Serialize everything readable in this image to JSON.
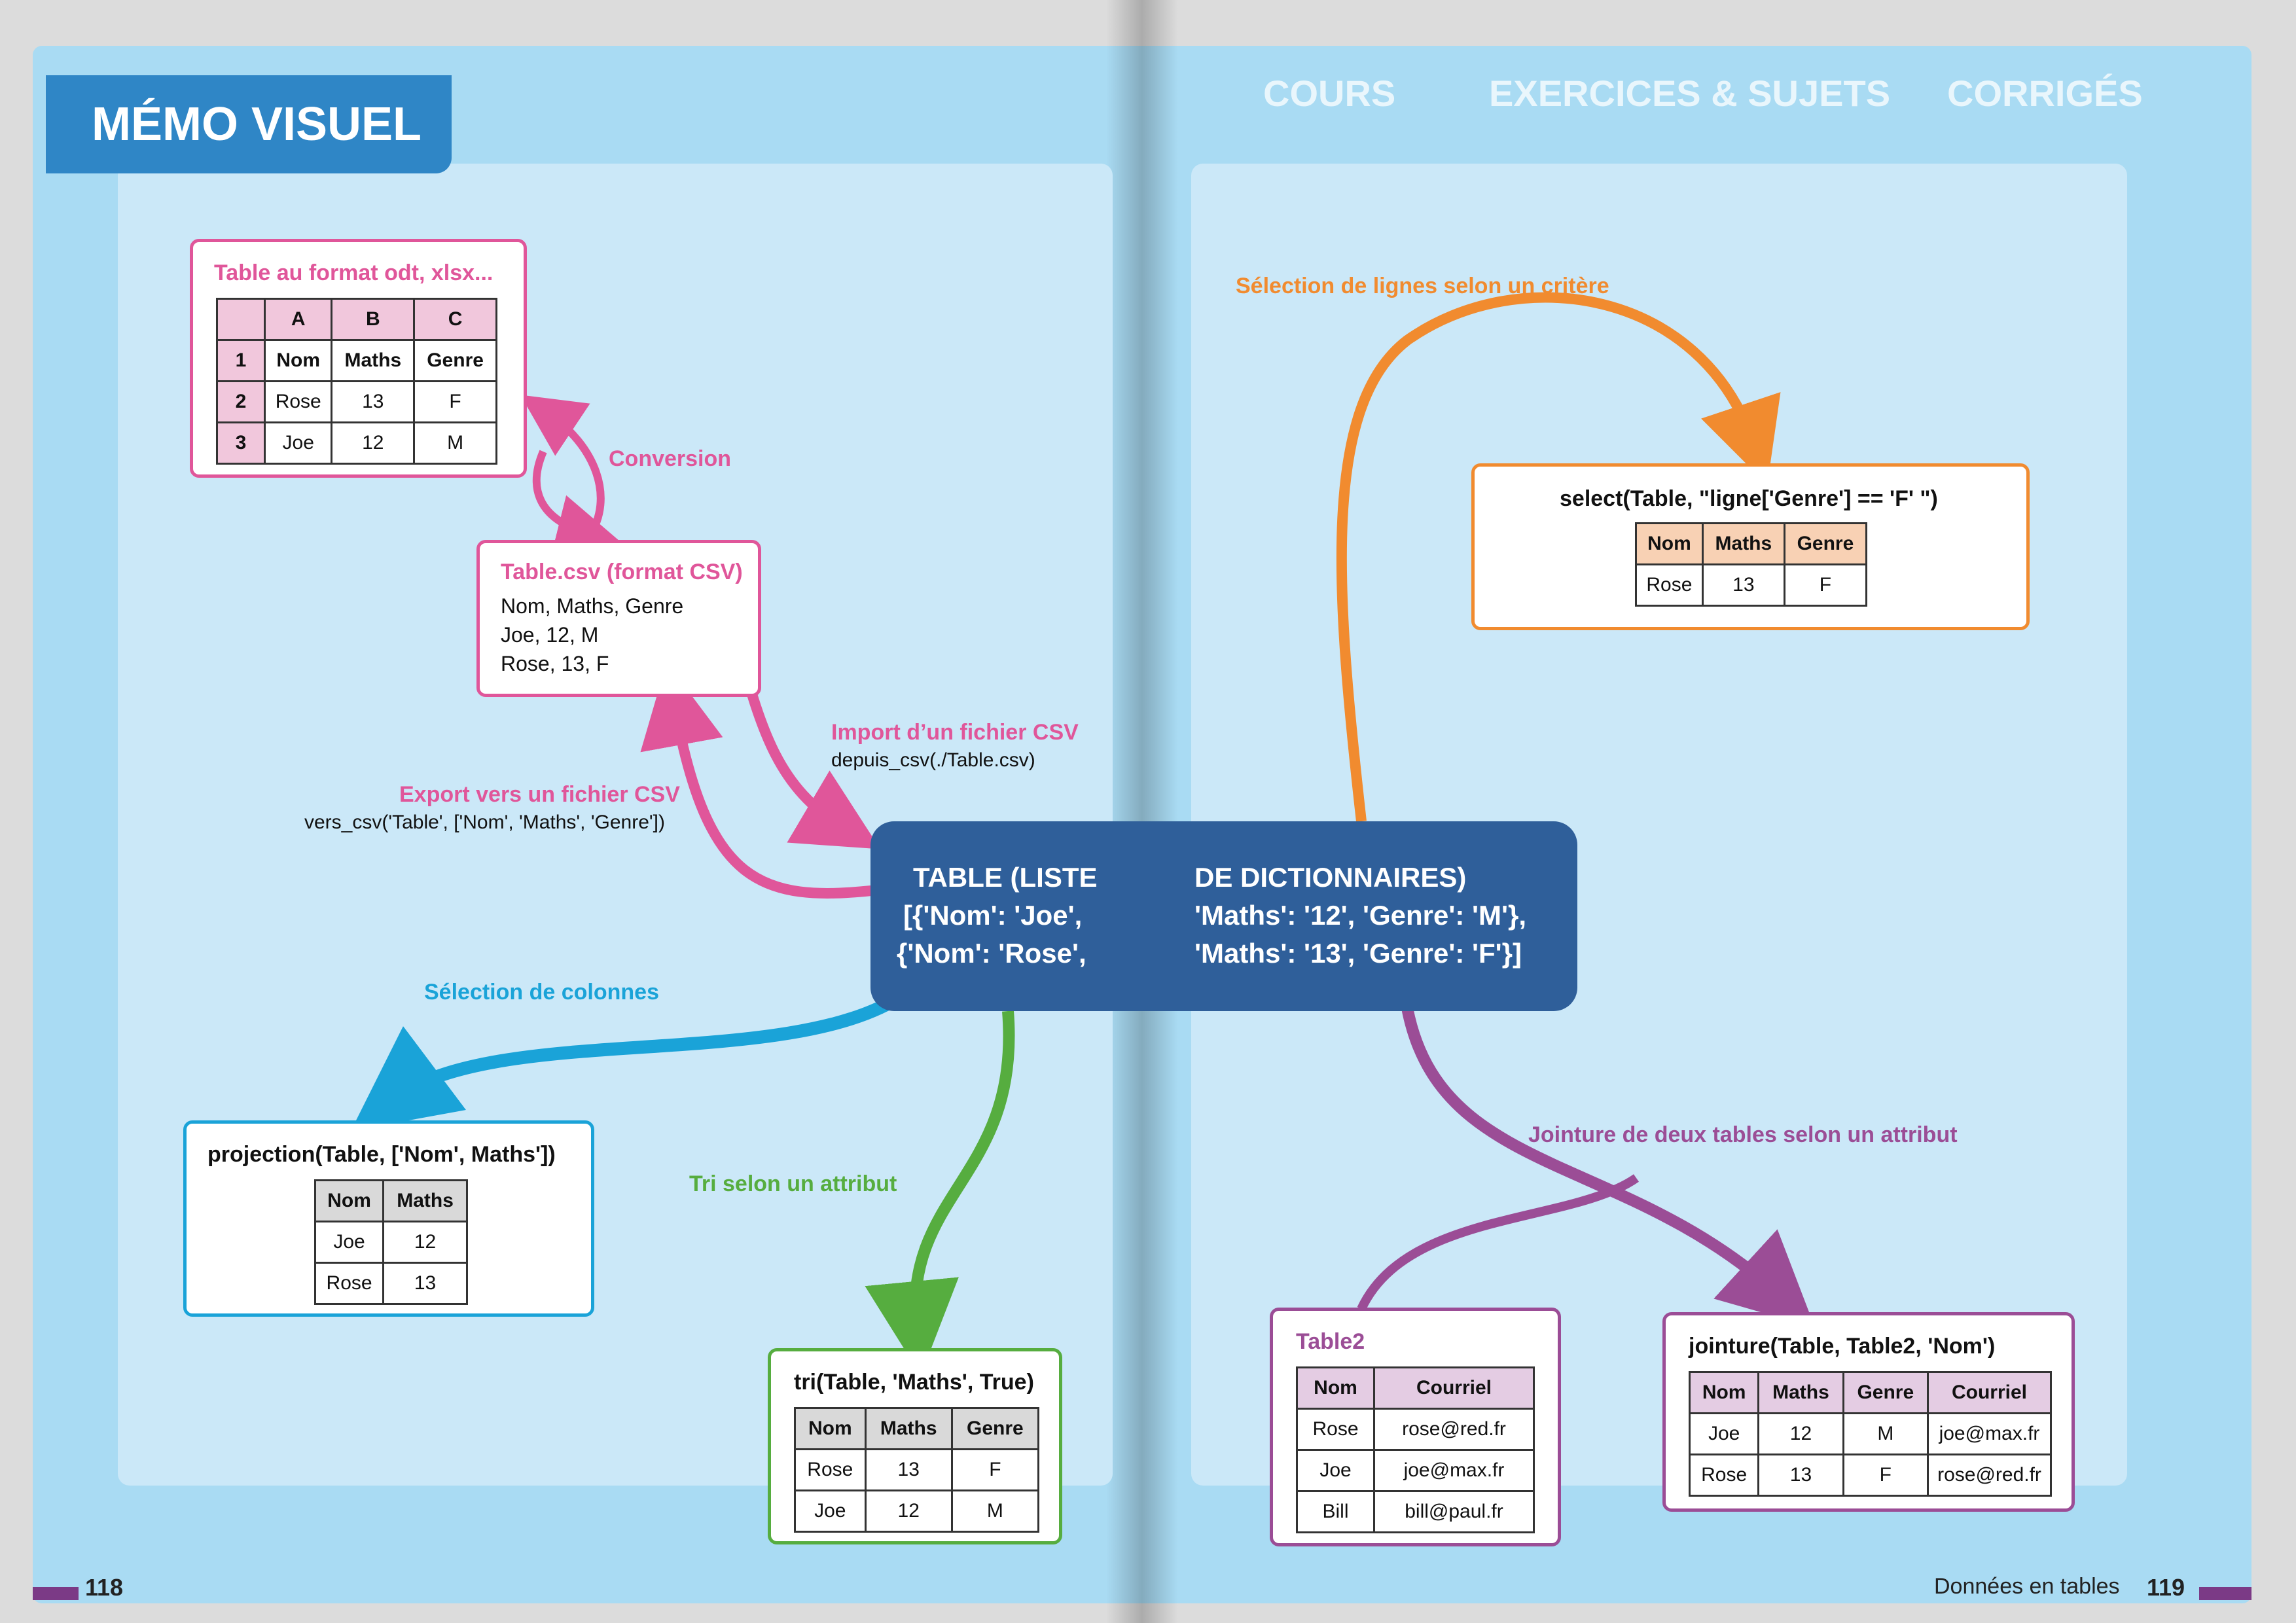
{
  "header": {
    "badge": "MÉMO VISUEL",
    "nav": [
      "COURS",
      "EXERCICES & SUJETS",
      "CORRIGÉS"
    ]
  },
  "footer": {
    "left_page_number": "118",
    "right_section": "Données en tables",
    "right_page_number": "119"
  },
  "colors": {
    "pink": "#e0569a",
    "orange": "#f18b2f",
    "blue": "#1aa3d8",
    "green": "#56ad3f",
    "purple": "#9b4d96",
    "center_box": "#2f5f9a"
  },
  "center": {
    "lines": [
      "TABLE (LISTE",
      "DE DICTIONNAIRES)",
      "[{'Nom': 'Joe',",
      "'Maths': '12', 'Genre': 'M'},",
      "{'Nom': 'Rose',",
      "'Maths': '13', 'Genre': 'F'}]"
    ]
  },
  "spreadsheet": {
    "title": "Table au format odt, xlsx...",
    "columns": [
      "",
      "A",
      "B",
      "C"
    ],
    "rows": [
      [
        "1",
        "Nom",
        "Maths",
        "Genre"
      ],
      [
        "2",
        "Rose",
        "13",
        "F"
      ],
      [
        "3",
        "Joe",
        "12",
        "M"
      ]
    ]
  },
  "csv_file": {
    "title": "Table.csv (format CSV)",
    "lines": [
      "Nom, Maths, Genre",
      "Joe, 12, M",
      "Rose, 13, F"
    ]
  },
  "labels": {
    "conversion": "Conversion",
    "import_title": "Import d’un fichier CSV",
    "import_code": "depuis_csv(./Table.csv)",
    "export_title": "Export vers un fichier CSV",
    "export_code": "vers_csv('Table', ['Nom', 'Maths', 'Genre'])",
    "selection_columns": "Sélection de colonnes",
    "sort": "Tri selon un attribut",
    "selection_rows": "Sélection de lignes selon un critère",
    "join": "Jointure de deux tables selon un attribut"
  },
  "projection": {
    "title": "projection(Table, ['Nom', Maths'])",
    "headers": [
      "Nom",
      "Maths"
    ],
    "rows": [
      [
        "Joe",
        "12"
      ],
      [
        "Rose",
        "13"
      ]
    ]
  },
  "sort_result": {
    "title": "tri(Table, 'Maths', True)",
    "headers": [
      "Nom",
      "Maths",
      "Genre"
    ],
    "rows": [
      [
        "Rose",
        "13",
        "F"
      ],
      [
        "Joe",
        "12",
        "M"
      ]
    ]
  },
  "select_result": {
    "title": "select(Table, \"ligne['Genre'] == 'F' \")",
    "headers": [
      "Nom",
      "Maths",
      "Genre"
    ],
    "rows": [
      [
        "Rose",
        "13",
        "F"
      ]
    ]
  },
  "table2": {
    "title": "Table2",
    "headers": [
      "Nom",
      "Courriel"
    ],
    "rows": [
      [
        "Rose",
        "rose@red.fr"
      ],
      [
        "Joe",
        "joe@max.fr"
      ],
      [
        "Bill",
        "bill@paul.fr"
      ]
    ]
  },
  "join_result": {
    "title": "jointure(Table, Table2, 'Nom')",
    "headers": [
      "Nom",
      "Maths",
      "Genre",
      "Courriel"
    ],
    "rows": [
      [
        "Joe",
        "12",
        "M",
        "joe@max.fr"
      ],
      [
        "Rose",
        "13",
        "F",
        "rose@red.fr"
      ]
    ]
  }
}
